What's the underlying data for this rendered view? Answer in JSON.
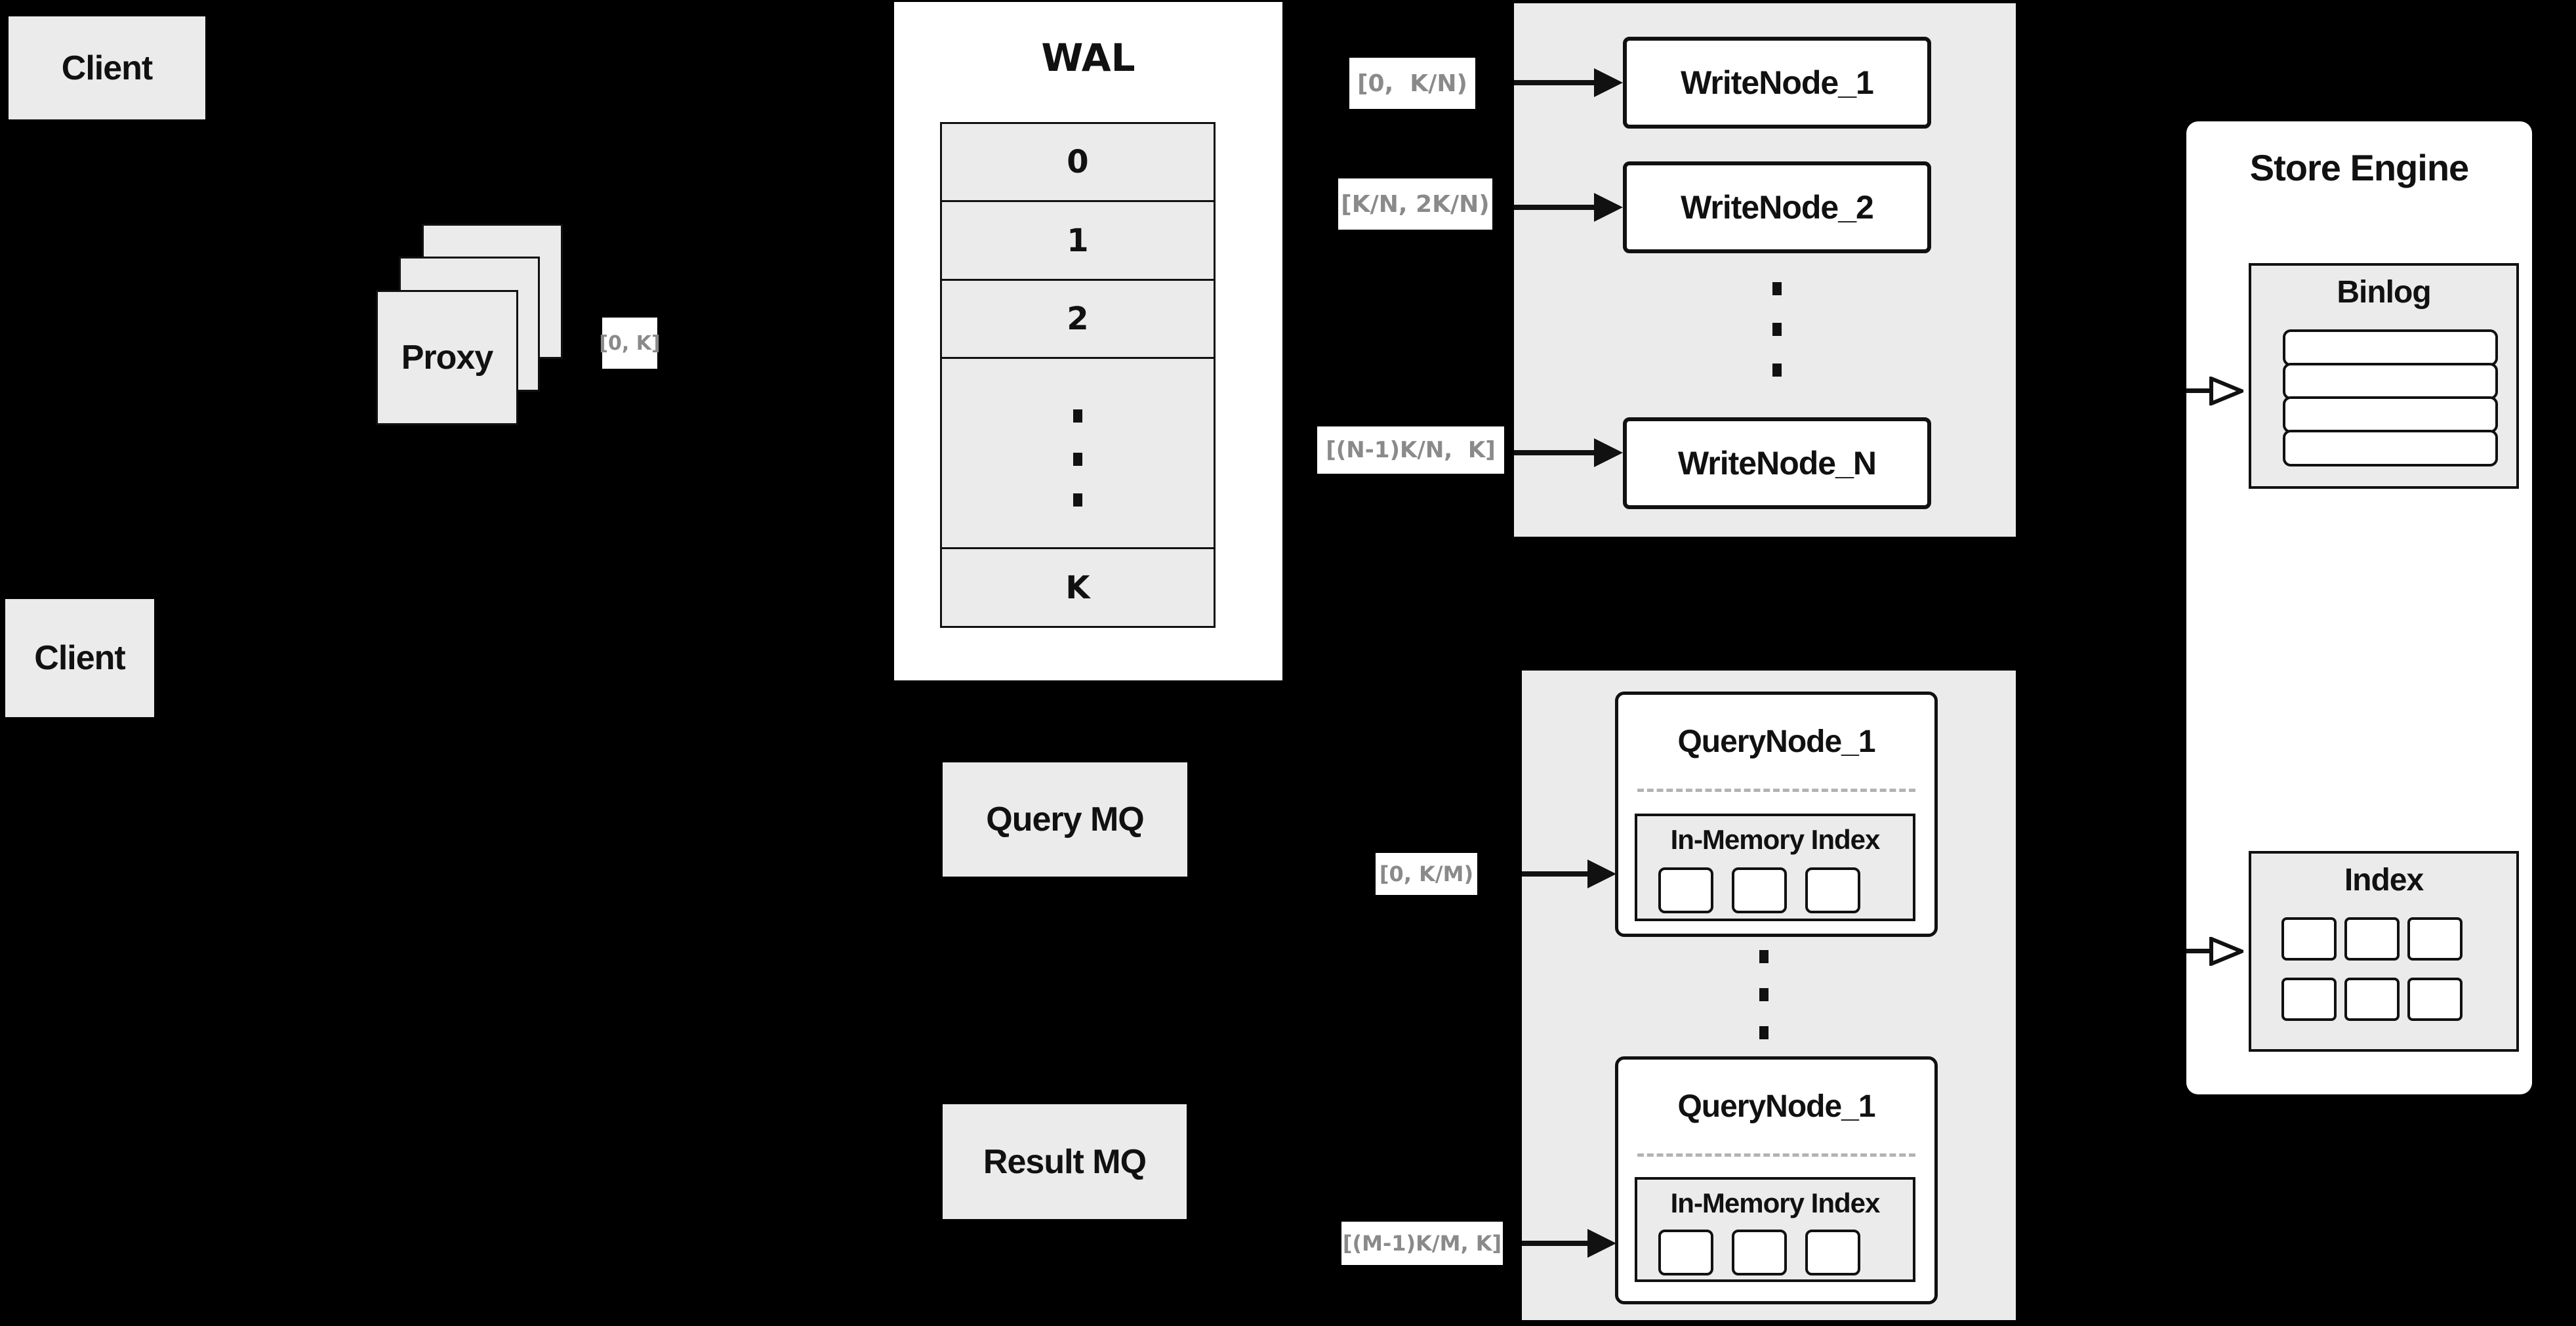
{
  "palette": {
    "background": "#000000",
    "panel_fill": "#ebebeb",
    "box_fill": "#ffffff",
    "line": "#111111",
    "range_text": "#8a8a8a",
    "divider": "#b3b3b3"
  },
  "clients": {
    "top": "Client",
    "bottom": "Client"
  },
  "proxy": {
    "label": "Proxy",
    "range": "[0, K]"
  },
  "wal": {
    "title": "WAL",
    "rows": [
      "0",
      "1",
      "2",
      "K"
    ]
  },
  "write_section": {
    "ranges": [
      "[0,  K/N)",
      "[K/N, 2K/N)",
      "[(N-1)K/N,  K]"
    ],
    "nodes": [
      "WriteNode_1",
      "WriteNode_2",
      "WriteNode_N"
    ]
  },
  "mq": {
    "query": "Query MQ",
    "result": "Result MQ"
  },
  "query_section": {
    "ranges": [
      "[0, K/M)",
      "[(M-1)K/M, K]"
    ],
    "nodes": [
      {
        "title": "QueryNode_1",
        "inner": "In-Memory Index"
      },
      {
        "title": "QueryNode_1",
        "inner": "In-Memory Index"
      }
    ]
  },
  "store_engine": {
    "title": "Store Engine",
    "binlog": "Binlog",
    "index": "Index"
  }
}
